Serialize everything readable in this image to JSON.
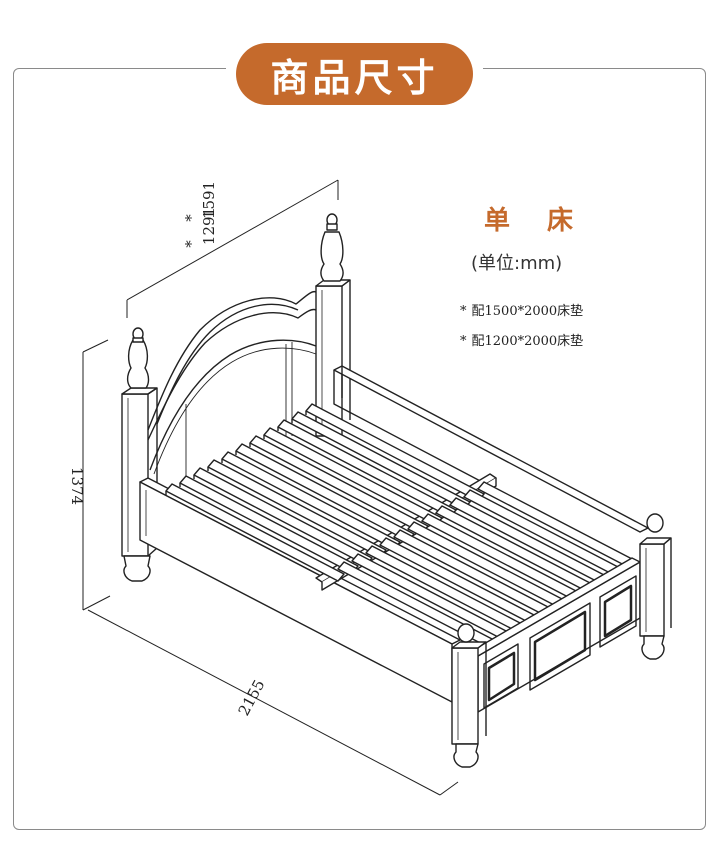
{
  "header": {
    "title": "商品尺寸"
  },
  "info": {
    "type": "单 床",
    "unit": "(单位:mm)",
    "notes": [
      {
        "star": "*",
        "text": "配1500*2000床垫"
      },
      {
        "star": "*",
        "text": "配1200*2000床垫"
      }
    ]
  },
  "dimensions": {
    "width_a": "1591",
    "width_b": "1291",
    "width_prefix": "*",
    "height": "1374",
    "length": "2155"
  },
  "colors": {
    "accent": "#c56a2c",
    "line": "#222222"
  }
}
